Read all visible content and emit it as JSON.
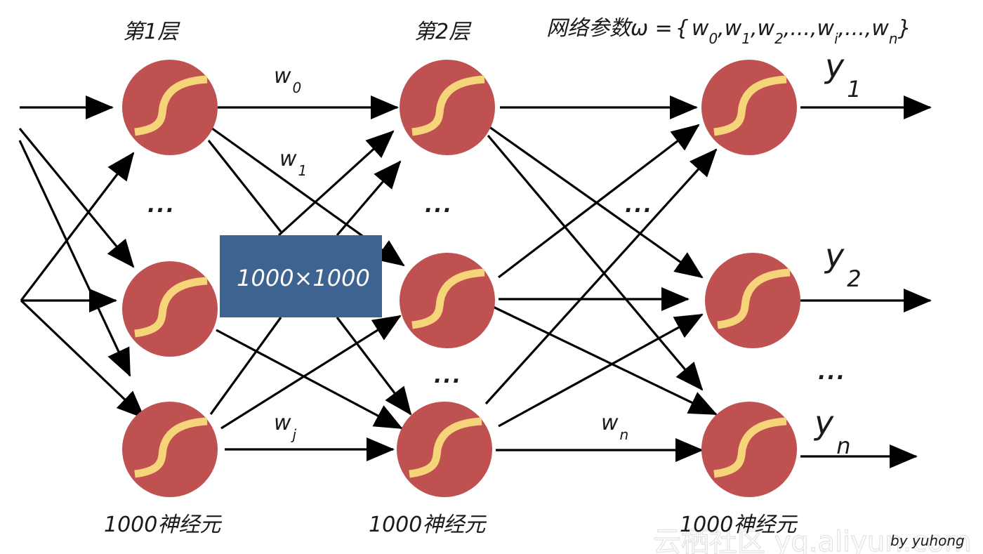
{
  "diagram": {
    "title_formula": {
      "prefix": "网络参数ω =",
      "open": "{",
      "terms": [
        {
          "base": "w",
          "sub": "0",
          "sep": ","
        },
        {
          "base": "w",
          "sub": "1",
          "sep": ","
        },
        {
          "base": "w",
          "sub": "2",
          "sep": ",...,"
        },
        {
          "base": "w",
          "sub": "i",
          "sep": ",...,"
        },
        {
          "base": "w",
          "sub": "n",
          "sep": ""
        }
      ],
      "close": "}"
    },
    "layers": [
      {
        "id": "layer1",
        "title": "第1层",
        "count_label": "1000神经元"
      },
      {
        "id": "layer2",
        "title": "第2层",
        "count_label": "1000神经元"
      },
      {
        "id": "layer3",
        "title": "",
        "count_label": "1000神经元"
      }
    ],
    "weight_labels": [
      {
        "base": "w",
        "sub": "0"
      },
      {
        "base": "w",
        "sub": "1"
      },
      {
        "base": "w",
        "sub": "j"
      },
      {
        "base": "w",
        "sub": "n"
      }
    ],
    "outputs": [
      {
        "base": "y",
        "sub": "1"
      },
      {
        "base": "y",
        "sub": "2"
      },
      {
        "base": "y",
        "sub": "n"
      }
    ],
    "ellipsis": "...",
    "matrix_box": {
      "label": "1000×1000"
    },
    "byline": "by yuhong",
    "watermark": "云栖社区 yq.aliyun.com",
    "colors": {
      "neuron_fill": "#bf5151",
      "sigmoid_curve": "#f5d47a",
      "matrix_box": "#3d6391",
      "edge": "#000000"
    }
  }
}
